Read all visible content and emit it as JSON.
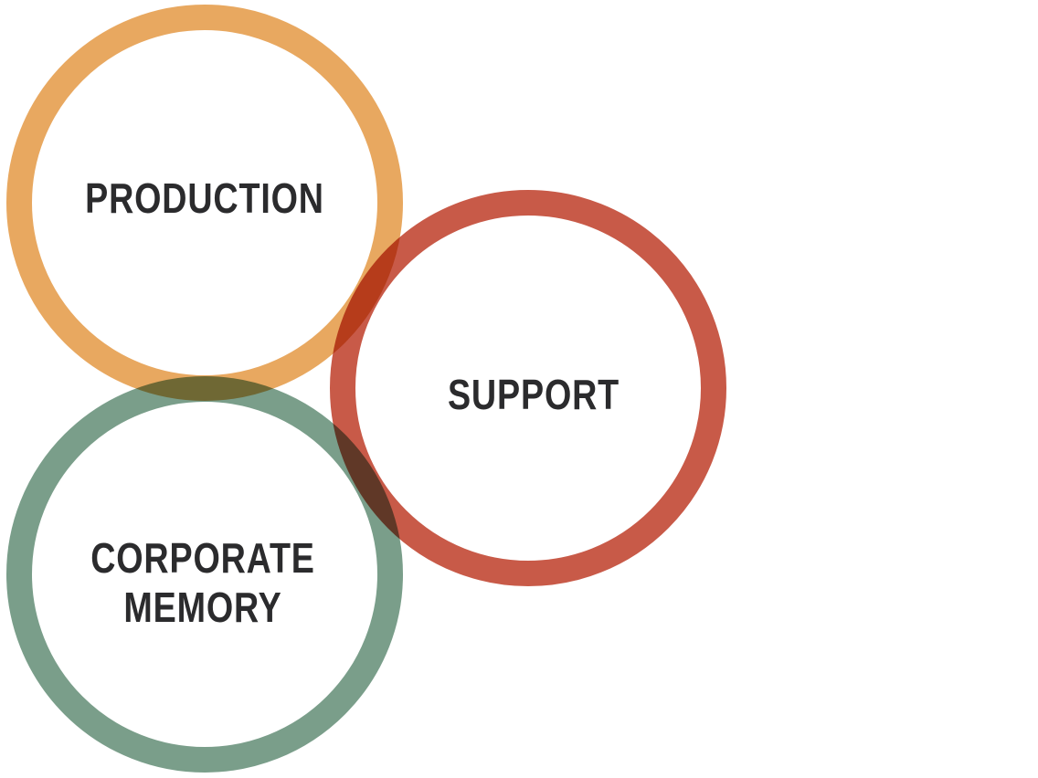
{
  "circles": [
    {
      "id": "production",
      "label": "PRODUCTION",
      "color": "#E8A860"
    },
    {
      "id": "support",
      "label": "SUPPORT",
      "color": "#C85A48"
    },
    {
      "id": "corporate-memory",
      "label_line1": "CORPORATE",
      "label_line2": "MEMORY",
      "color": "#7A9E8A"
    }
  ]
}
